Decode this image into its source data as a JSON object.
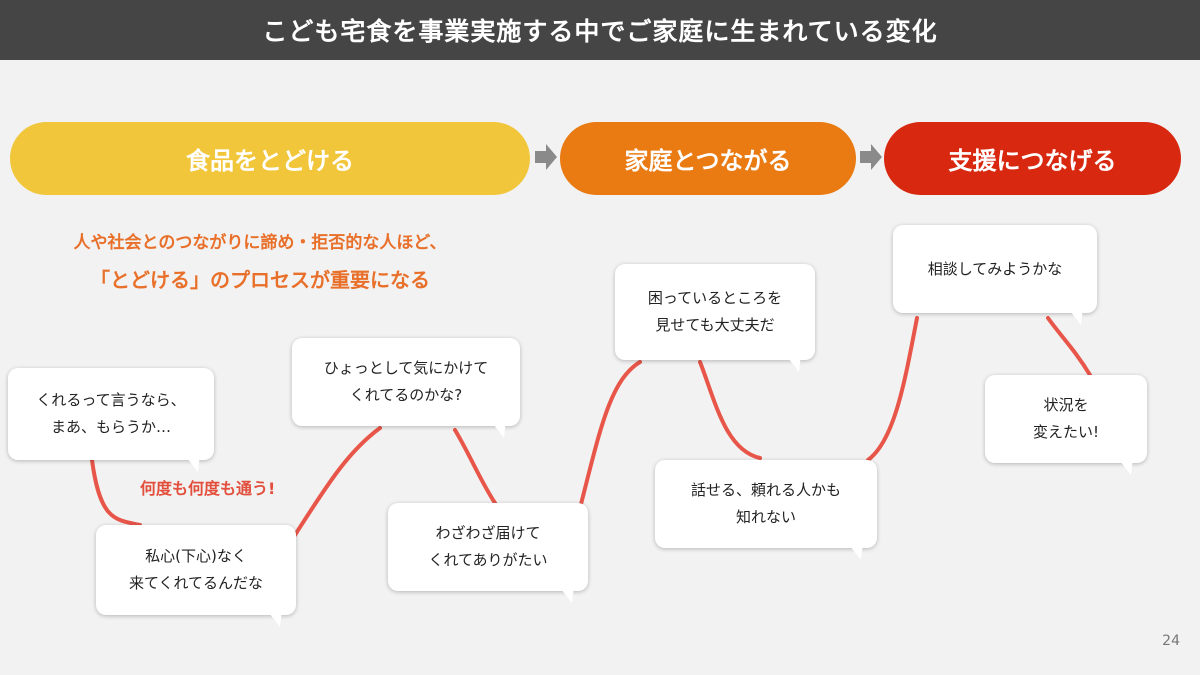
{
  "header": {
    "title": "こども宅食を事業実施する中でご家庭に生まれている変化"
  },
  "stages": [
    {
      "label": "食品をとどける",
      "color": "#f2c63a"
    },
    {
      "label": "家庭とつながる",
      "color": "#ea7a12"
    },
    {
      "label": "支援につなげる",
      "color": "#d8280f"
    }
  ],
  "arrow_color": "#8a8a8a",
  "note": {
    "line1": "人や社会とのつながりに諦め・拒否的な人ほど、",
    "line2": "「とどける」のプロセスが重要になる",
    "color": "#e8702a"
  },
  "repeat_label": "何度も何度も通う!",
  "wave_color": "#e8564a",
  "bubbles": [
    {
      "text": "くれるって言うなら、\nまあ、もらうか…"
    },
    {
      "text": "私心(下心)なく\n来てくれてるんだな"
    },
    {
      "text": "ひょっとして気にかけて\nくれてるのかな?"
    },
    {
      "text": "わざわざ届けて\nくれてありがたい"
    },
    {
      "text": "困っているところを\n見せても大丈夫だ"
    },
    {
      "text": "話せる、頼れる人かも\n知れない"
    },
    {
      "text": "相談してみようかな"
    },
    {
      "text": "状況を\n変えたい!"
    }
  ],
  "page_number": "24"
}
